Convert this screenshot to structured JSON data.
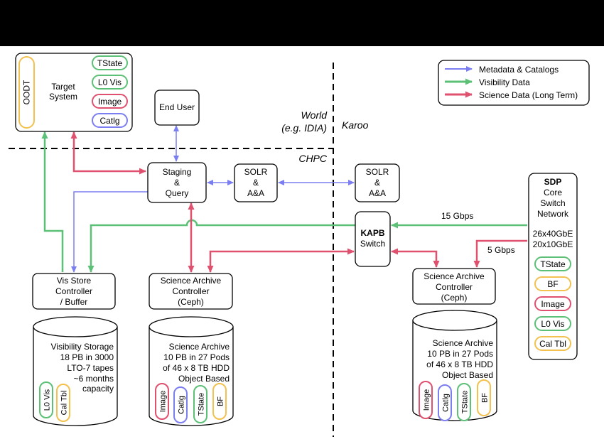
{
  "legend": {
    "items": [
      {
        "label": "Metadata & Catalogs",
        "color": "#7b7ef0"
      },
      {
        "label": "Visibility Data",
        "color": "#5cc077"
      },
      {
        "label": "Science Data (Long Term)",
        "color": "#e0506f"
      }
    ]
  },
  "regions": {
    "world": [
      "World",
      "(e.g. IDIA)"
    ],
    "karoo": "Karoo",
    "chpc": "CHPC"
  },
  "target_system": {
    "oodt": "OODT",
    "title": [
      "Target",
      "System"
    ],
    "tags": [
      "TState",
      "L0 Vis",
      "Image",
      "Catlg"
    ]
  },
  "end_user": "End User",
  "staging": [
    "Staging",
    "&",
    "Query"
  ],
  "solr_left": [
    "SOLR",
    "&",
    "A&A"
  ],
  "solr_right": [
    "SOLR",
    "&",
    "A&A"
  ],
  "kapb": {
    "title": "KAPB",
    "subtitle": "Switch"
  },
  "sdp": {
    "title": "SDP",
    "lines": [
      "Core",
      "Switch",
      "Network"
    ],
    "specs": [
      "26x40GbE",
      "20x10GbE"
    ],
    "tags": [
      "TState",
      "BF",
      "Image",
      "L0 Vis",
      "Cal Tbl"
    ]
  },
  "links": {
    "gbps15": "15 Gbps",
    "gbps5": "5 Gbps"
  },
  "vis_store": [
    "Vis Store",
    "Controller",
    "/ Buffer"
  ],
  "sci_archive_left": [
    "Science Archive",
    "Controller",
    "(Ceph)"
  ],
  "sci_archive_right": [
    "Science Archive",
    "Controller",
    "(Ceph)"
  ],
  "vis_storage": {
    "lines": [
      "Visibility Storage",
      "18 PB in 3000",
      "LTO-7 tapes",
      "~6 months",
      "capacity"
    ],
    "tags": [
      "L0 Vis",
      "Cal Tbl"
    ]
  },
  "sci_storage_left": {
    "lines": [
      "Science Archive",
      "10 PB in 27 Pods",
      "of 46 x 8 TB HDD",
      "Object Based"
    ],
    "tags": [
      "Image",
      "Catlg",
      "TState",
      "BF"
    ]
  },
  "sci_storage_right": {
    "lines": [
      "Science Archive",
      "10 PB in 27 Pods",
      "of 46 x 8 TB HDD",
      "Object Based"
    ],
    "tags": [
      "Image",
      "Catlg",
      "TState",
      "BF"
    ]
  },
  "colors": {
    "tstate": "#5cc077",
    "l0vis": "#5cc077",
    "image": "#e0506f",
    "catlg": "#7b7ef0",
    "bf": "#f2c14e",
    "caltbl": "#f2c14e",
    "oodt": "#f2c14e"
  }
}
